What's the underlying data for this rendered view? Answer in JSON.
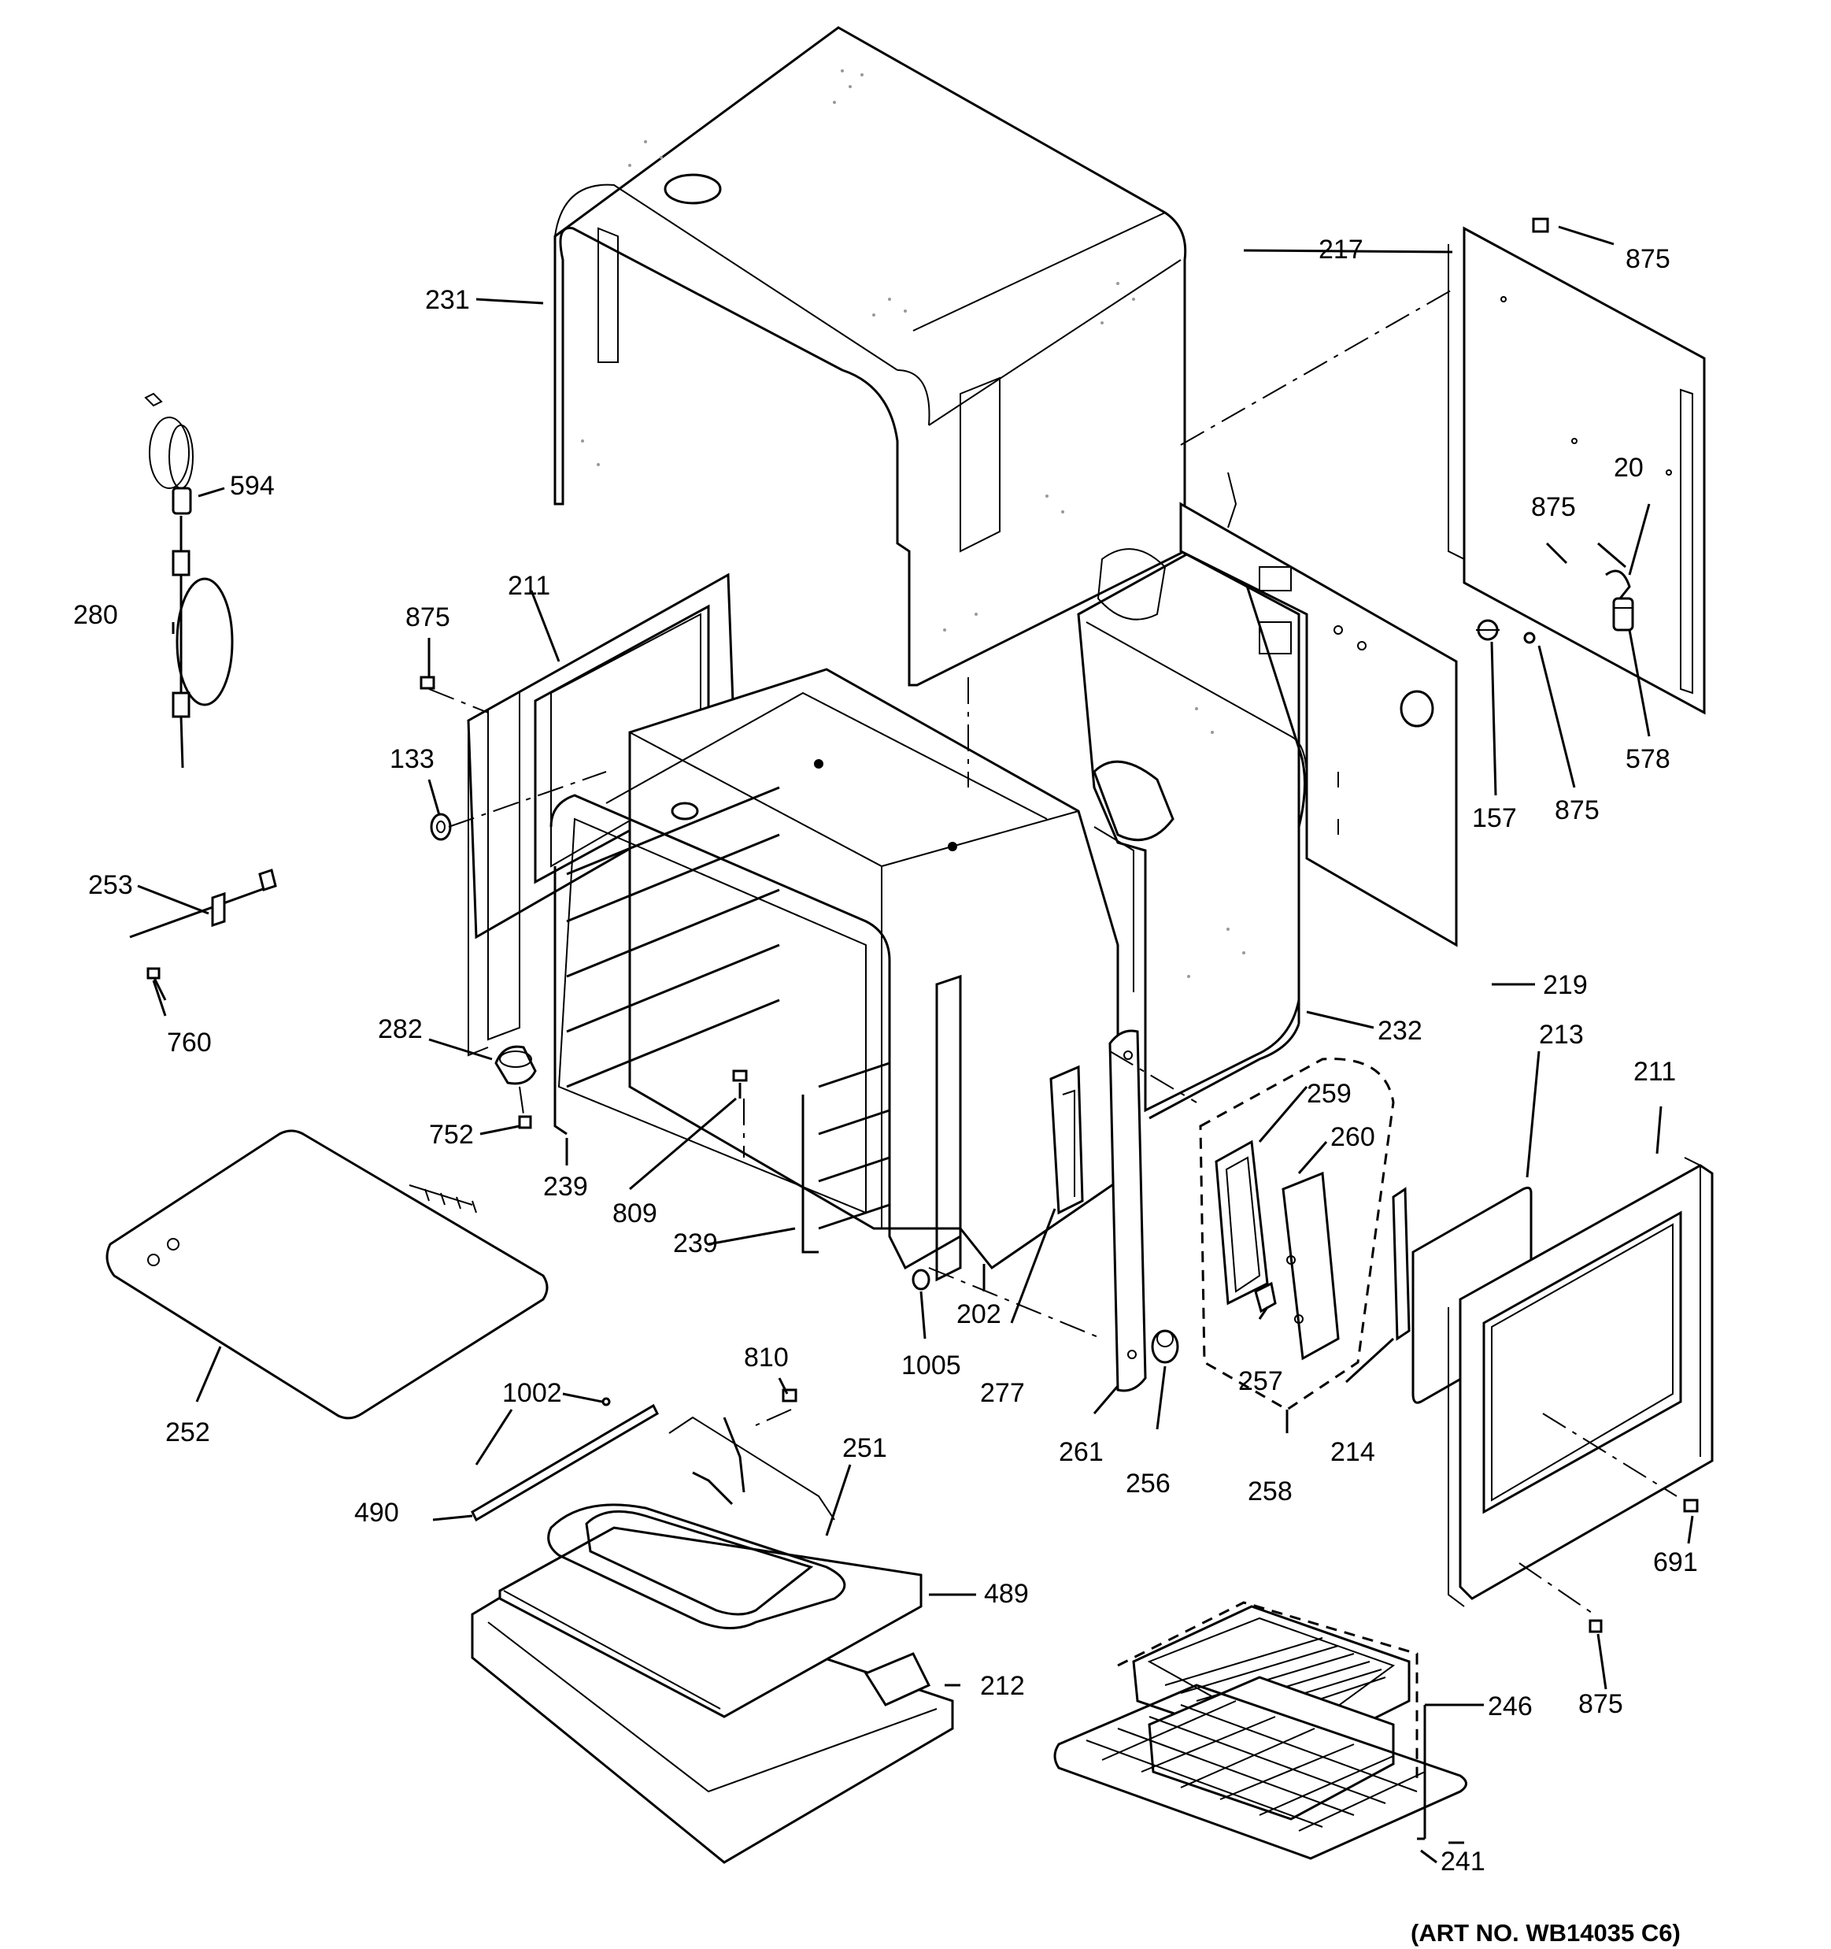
{
  "labels": {
    "l20": "20",
    "l133": "133",
    "l157": "157",
    "l202": "202",
    "l211a": "211",
    "l211b": "211",
    "l212": "212",
    "l213": "213",
    "l214": "214",
    "l217": "217",
    "l219": "219",
    "l231": "231",
    "l232": "232",
    "l239a": "239",
    "l239b": "239",
    "l241": "241",
    "l246": "246",
    "l251": "251",
    "l252": "252",
    "l253": "253",
    "l256": "256",
    "l257": "257",
    "l258": "258",
    "l259": "259",
    "l260": "260",
    "l261": "261",
    "l277": "277",
    "l280": "280",
    "l282": "282",
    "l489": "489",
    "l490": "490",
    "l578": "578",
    "l594": "594",
    "l691": "691",
    "l752": "752",
    "l760": "760",
    "l809": "809",
    "l810": "810",
    "l875a": "875",
    "l875b": "875",
    "l875c": "875",
    "l875d": "875",
    "l875e": "875",
    "l1002": "1002",
    "l1005": "1005"
  },
  "art_number": "(ART NO. WB14035 C6)"
}
